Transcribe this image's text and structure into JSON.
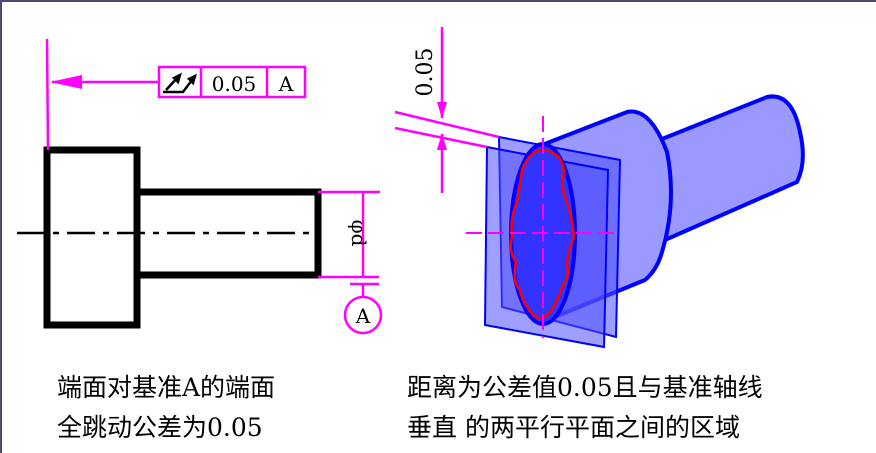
{
  "left_figure": {
    "tolerance_frame": {
      "symbol": "total-runout-icon",
      "value": "0.05",
      "datum": "A"
    },
    "diameter_label": "φd",
    "datum_label": "A",
    "caption": [
      "端面对基准A的端面",
      "全跳动公差为0.05"
    ]
  },
  "right_figure": {
    "dimension_label": "0.05",
    "caption": [
      "距离为公差值0.05且与基准轴线",
      "垂直 的两平行平面之间的区域"
    ]
  },
  "colors": {
    "annotation": "#ff00ff",
    "part": "#000000",
    "solid": "#0000ff",
    "fill": "#9999ff",
    "profile": "#ff0000"
  }
}
